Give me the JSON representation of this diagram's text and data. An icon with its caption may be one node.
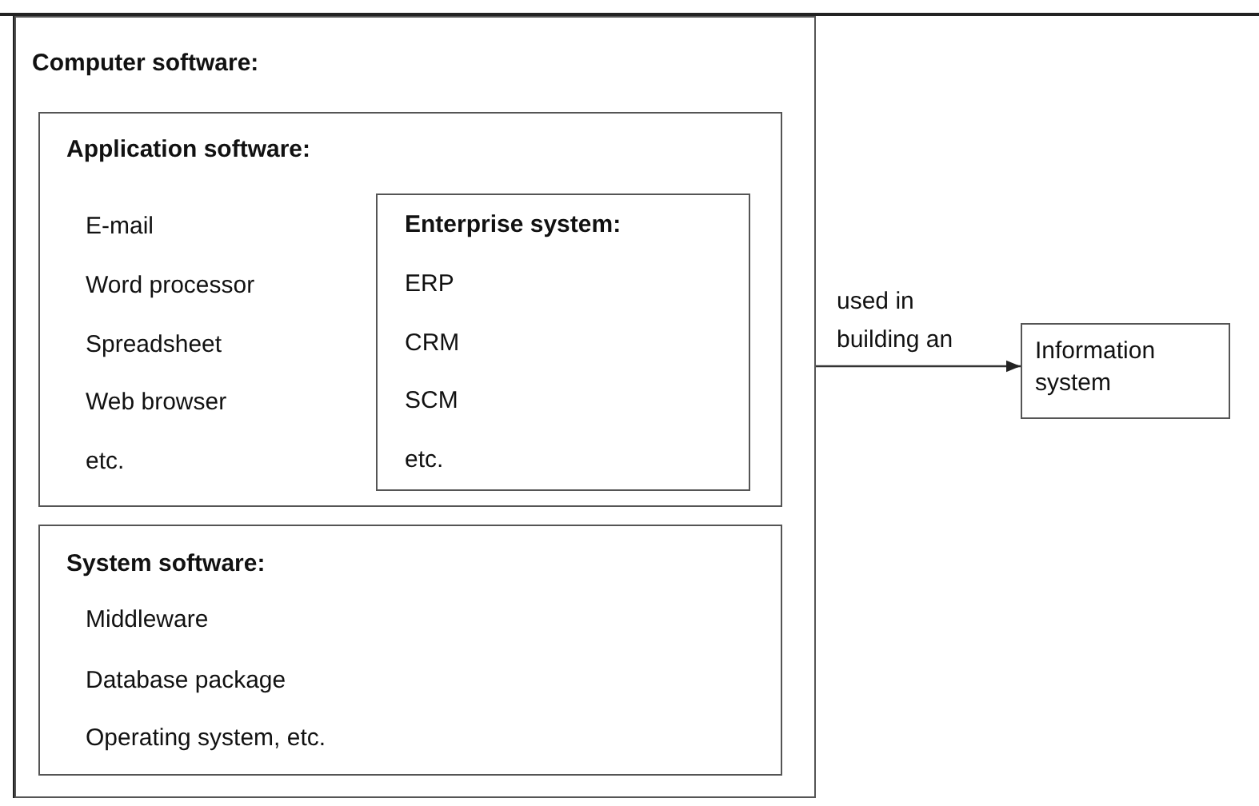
{
  "diagram": {
    "nodes": [
      {
        "text": [
          "Computer software:"
        ]
      },
      {
        "text": [
          "Application software:",
          "E-mail",
          "Word processor",
          "Spreadsheet",
          "Web browser",
          "etc."
        ],
        "in": 0
      },
      {
        "text": [
          "Enterprise system:",
          "ERP",
          "CRM",
          "SCM",
          "etc."
        ],
        "in": 1
      },
      {
        "text": [
          "System software:",
          "Middleware",
          "Database package",
          "Operating system, etc."
        ],
        "in": 0
      },
      {
        "text": [
          "Information system"
        ]
      }
    ],
    "edges": [
      {
        "from": 0,
        "to": 4,
        "label": "used in building an",
        "arrow": "to"
      }
    ]
  }
}
